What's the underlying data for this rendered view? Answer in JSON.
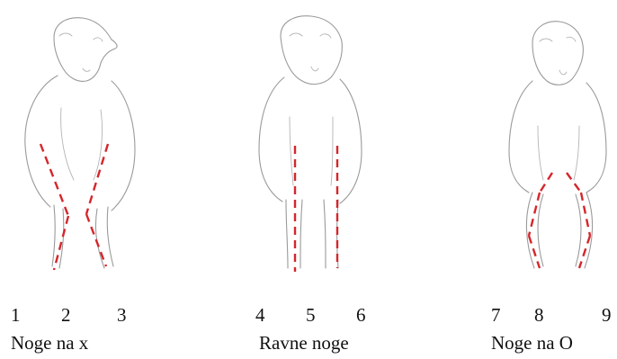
{
  "figure": {
    "colors": {
      "outline": "#9a9a9a",
      "leg_axis": "#d4262b",
      "text": "#111111"
    },
    "numbers": [
      "1",
      "2",
      "3",
      "4",
      "5",
      "6",
      "7",
      "8",
      "9"
    ],
    "captions": [
      "Noge na x",
      "Ravne noge",
      "Noge na O"
    ]
  }
}
